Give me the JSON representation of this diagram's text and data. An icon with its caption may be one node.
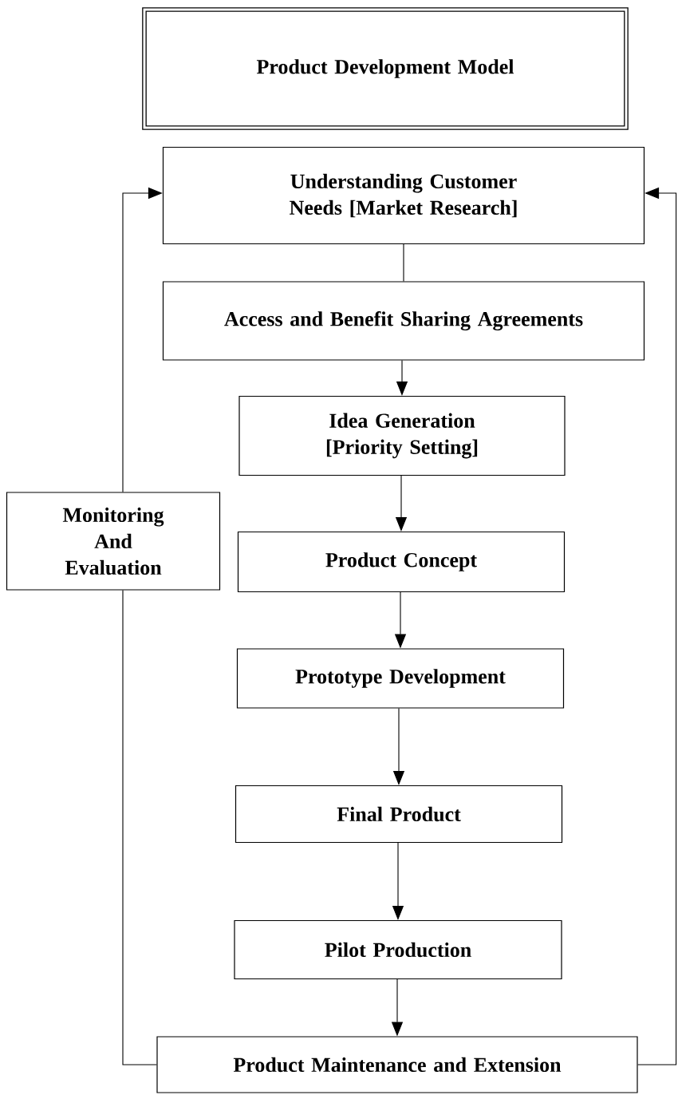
{
  "diagram": {
    "nodes": [
      {
        "text": [
          "Product Development Model"
        ]
      },
      {
        "text": [
          "Understanding Customer Needs [Market Research]"
        ]
      },
      {
        "text": [
          "Access and Benefit Sharing Agreements"
        ]
      },
      {
        "text": [
          "Idea Generation [Priority Setting]"
        ]
      },
      {
        "text": [
          "Product Concept"
        ]
      },
      {
        "text": [
          "Prototype Development"
        ]
      },
      {
        "text": [
          "Final Product"
        ]
      },
      {
        "text": [
          "Pilot Production"
        ]
      },
      {
        "text": [
          "Product Maintenance and Extension"
        ]
      },
      {
        "text": [
          "Monitoring And Evaluation"
        ]
      }
    ],
    "edges": [
      {
        "from": 1,
        "to": 2,
        "arrow": "none"
      },
      {
        "from": 2,
        "to": 3,
        "arrow": "to"
      },
      {
        "from": 3,
        "to": 4,
        "arrow": "to"
      },
      {
        "from": 4,
        "to": 5,
        "arrow": "to"
      },
      {
        "from": 5,
        "to": 6,
        "arrow": "to"
      },
      {
        "from": 6,
        "to": 7,
        "arrow": "to"
      },
      {
        "from": 7,
        "to": 8,
        "arrow": "to"
      },
      {
        "from": 8,
        "to": 9,
        "arrow": "none"
      },
      {
        "from": 9,
        "to": 1,
        "arrow": "to"
      },
      {
        "from": 8,
        "to": 1,
        "arrow": "to"
      }
    ]
  }
}
